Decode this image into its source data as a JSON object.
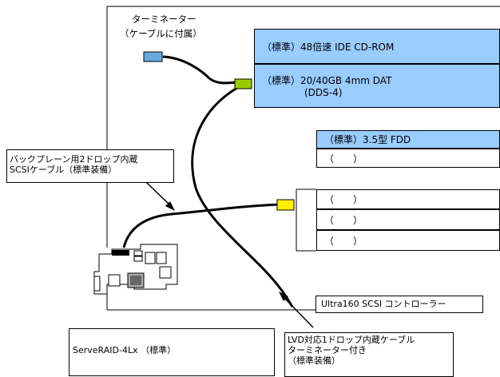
{
  "terminator_label": [
    "ターミネーター",
    "（ケーブルに付属）"
  ],
  "drive_bays": {
    "cdrom": "（標準）48倍速 IDE CD-ROM",
    "dat_line1": "（標準）20/40GB 4mm DAT",
    "dat_line2": "(DDS-4)",
    "fdd": "（標準）3.5型 FDD",
    "fdd_empty": "（　　）",
    "empty_bays": [
      "（　　）",
      "（　　）",
      "（　　）"
    ]
  },
  "backplane_cable_label": [
    "バックプレーン用2ドロップ内蔵",
    "SCSIケーブル（標準装備）"
  ],
  "controller_label": "Ultra160 SCSI コントローラー",
  "raid_label": "ServeRAID-4Lx （標準）",
  "lvd_cable_label": [
    "LVD対応1ドロップ内蔵ケーブル",
    "ターミネーター付き",
    "（標準装備）"
  ],
  "colors": {
    "bay_fill": "#99ccff",
    "terminator_blue": "#66aadd",
    "connector_green": "#99cc00",
    "connector_yellow": "#ffee00"
  }
}
